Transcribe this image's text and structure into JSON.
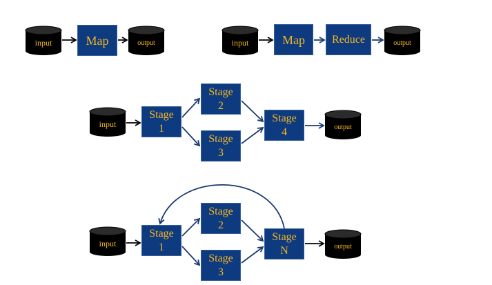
{
  "colors": {
    "box_fill": "#0e3a80",
    "box_border": "#365f9c",
    "label_text": "#f5b71f",
    "cylinder_fill": "#000000",
    "cylinder_top": "#2b2b2b",
    "arrow_black": "#000000",
    "arrow_blue": "#1a3a6e"
  },
  "icons": {
    "data_store": "cylinder-icon"
  },
  "row1_left": {
    "input": "input",
    "map": "Map",
    "output": "output"
  },
  "row1_right": {
    "input": "input",
    "map": "Map",
    "reduce": "Reduce",
    "output": "output"
  },
  "row2": {
    "input": "input",
    "stage1": "Stage\n1",
    "stage2": "Stage\n2",
    "stage3": "Stage\n3",
    "stage4": "Stage\n4",
    "output": "output"
  },
  "row3": {
    "input": "input",
    "stage1": "Stage\n1",
    "stage2": "Stage\n2",
    "stage3": "Stage\n3",
    "stageN": "Stage\nN",
    "output": "output"
  }
}
